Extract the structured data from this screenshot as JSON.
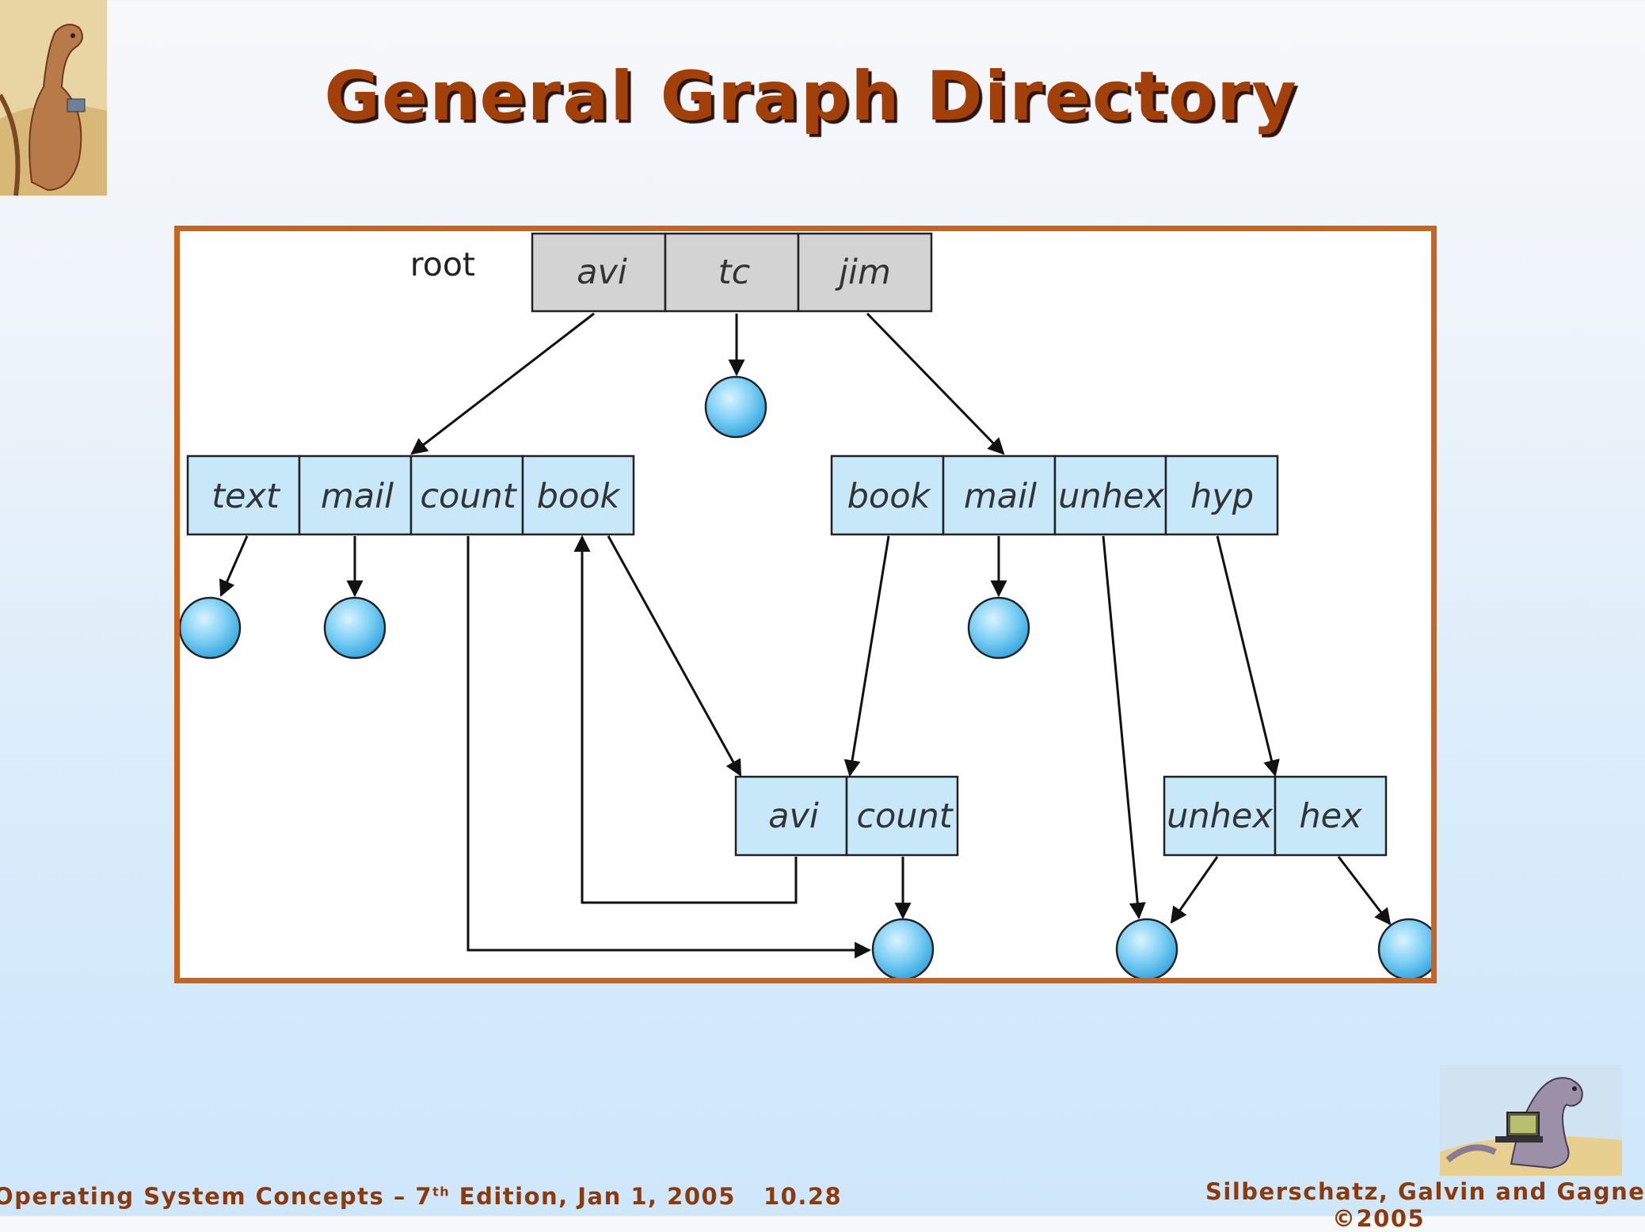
{
  "slide": {
    "title": "General Graph Directory",
    "footer_left_main": "Operating System Concepts – 7",
    "footer_left_sup": "th",
    "footer_left_rest": " Edition, Jan 1, 2005",
    "footer_page": "10.28",
    "footer_right": "Silberschatz, Galvin and Gagne",
    "footer_copyright": "©2005"
  },
  "diagram": {
    "root_label": "root",
    "root_entries": [
      "avi",
      "tc",
      "jim"
    ],
    "avi_dir_entries": [
      "text",
      "mail",
      "count",
      "book"
    ],
    "jim_dir_entries": [
      "book",
      "mail",
      "unhex",
      "hyp"
    ],
    "book_dir_entries": [
      "avi",
      "count"
    ],
    "hyp_dir_entries": [
      "unhex",
      "hex"
    ]
  },
  "colors": {
    "title": "#a2400a",
    "frame_border": "#c8641d",
    "root_fill": "#d3d3d3",
    "dir_fill": "#c6e8f8",
    "file_fill": "#6cc8f0",
    "footer": "#8b3a0e"
  }
}
